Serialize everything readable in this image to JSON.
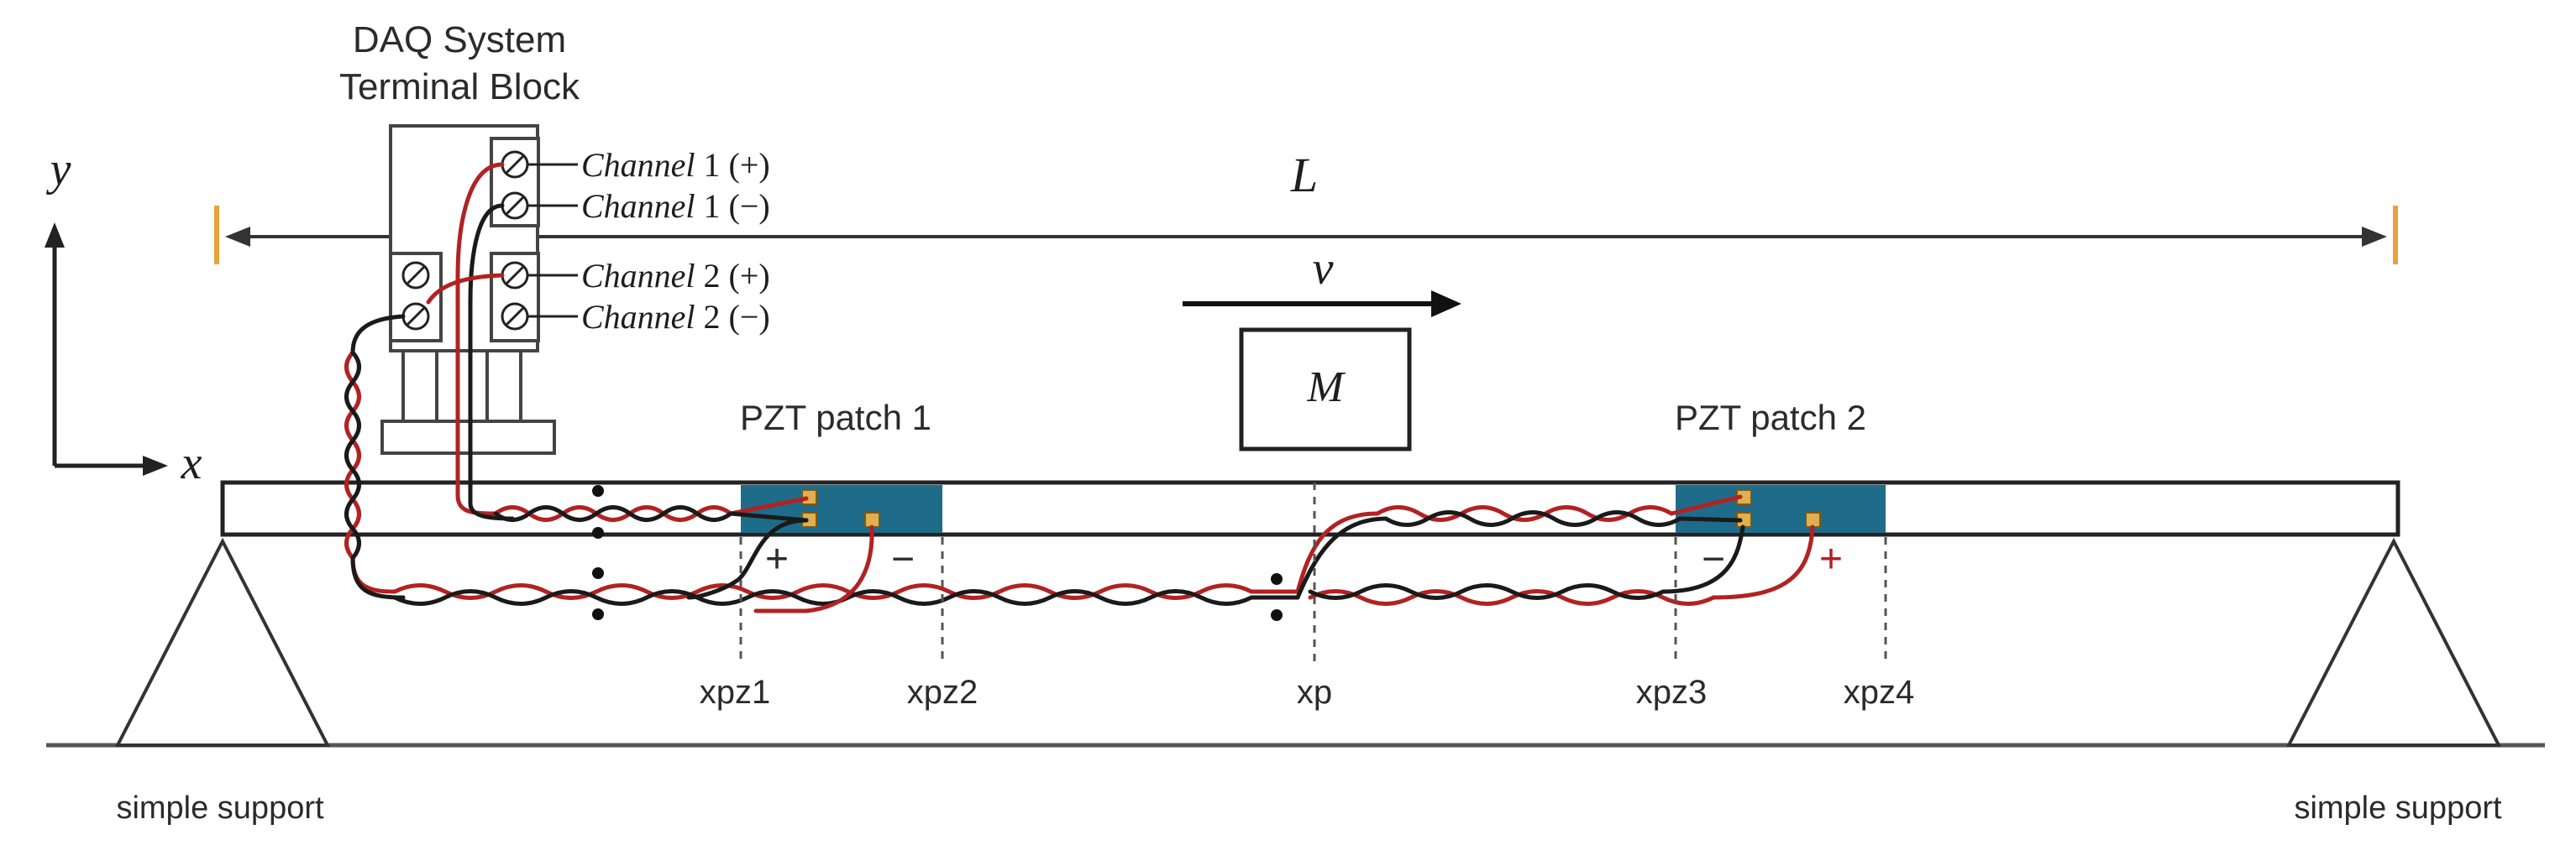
{
  "daq": {
    "title_line1": "DAQ System",
    "title_line2": "Terminal Block",
    "channels": [
      {
        "name": "Channel",
        "number": "1",
        "sign": "(+)"
      },
      {
        "name": "Channel",
        "number": "1",
        "sign": "(−)"
      },
      {
        "name": "Channel",
        "number": "2",
        "sign": "(+)"
      },
      {
        "name": "Channel",
        "number": "2",
        "sign": "(−)"
      }
    ]
  },
  "axes": {
    "y_label": "y",
    "x_label": "x"
  },
  "beam": {
    "length_label": "L"
  },
  "load": {
    "mass_label": "M",
    "velocity_label": "v"
  },
  "pzt": {
    "patch1_label": "PZT patch 1",
    "patch2_label": "PZT patch 2"
  },
  "polarity": {
    "p1_plus": "+",
    "p1_minus": "−",
    "p2_minus": "−",
    "p2_plus": "+"
  },
  "positions": {
    "xpz1": "xpz1",
    "xpz2": "xpz2",
    "xp": "xp",
    "xpz3": "xpz3",
    "xpz4": "xpz4"
  },
  "supports": {
    "left": "simple support",
    "right": "simple support"
  },
  "colors": {
    "wire_red": "#b22222",
    "wire_black": "#1a1a1a",
    "pzt_fill": "#1f6b8a",
    "electrode": "#e0b050",
    "length_tick": "#e8a33a"
  }
}
